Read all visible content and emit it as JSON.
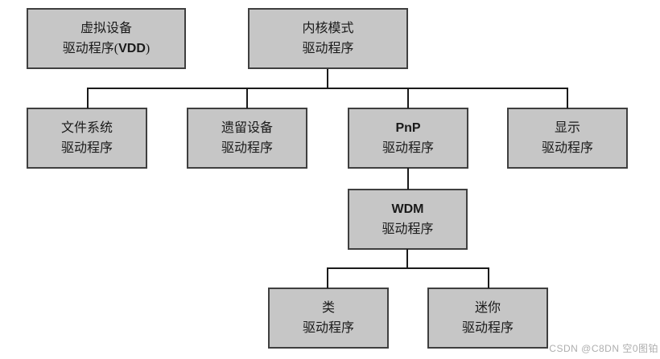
{
  "diagram_type": "tree",
  "nodes": [
    {
      "id": "virtual-device-driver",
      "label": "虚拟设备 驱动程序(VDD)",
      "line1_pre": "虚拟设备",
      "line1_bold": "",
      "line1_post": "",
      "line2_pre": "驱动程序(",
      "line2_bold": "VDD",
      "line2_post": ")"
    },
    {
      "id": "kernel-mode-driver",
      "label": "内核模式 驱动程序",
      "line1_pre": "内核模式",
      "line1_bold": "",
      "line1_post": "",
      "line2_pre": "驱动程序",
      "line2_bold": "",
      "line2_post": ""
    },
    {
      "id": "file-system-driver",
      "label": "文件系统 驱动程序",
      "line1_pre": "文件系统",
      "line1_bold": "",
      "line1_post": "",
      "line2_pre": "驱动程序",
      "line2_bold": "",
      "line2_post": ""
    },
    {
      "id": "legacy-device-driver",
      "label": "遗留设备 驱动程序",
      "line1_pre": "遗留设备",
      "line1_bold": "",
      "line1_post": "",
      "line2_pre": "驱动程序",
      "line2_bold": "",
      "line2_post": ""
    },
    {
      "id": "pnp-driver",
      "label": "PnP 驱动程序",
      "line1_pre": "",
      "line1_bold": "PnP",
      "line1_post": "",
      "line2_pre": "驱动程序",
      "line2_bold": "",
      "line2_post": ""
    },
    {
      "id": "display-driver",
      "label": "显示 驱动程序",
      "line1_pre": "显示",
      "line1_bold": "",
      "line1_post": "",
      "line2_pre": "驱动程序",
      "line2_bold": "",
      "line2_post": ""
    },
    {
      "id": "wdm-driver",
      "label": "WDM 驱动程序",
      "line1_pre": "",
      "line1_bold": "WDM",
      "line1_post": "",
      "line2_pre": "驱动程序",
      "line2_bold": "",
      "line2_post": ""
    },
    {
      "id": "class-driver",
      "label": "类 驱动程序",
      "line1_pre": "类",
      "line1_bold": "",
      "line1_post": "",
      "line2_pre": "驱动程序",
      "line2_bold": "",
      "line2_post": ""
    },
    {
      "id": "mini-driver",
      "label": "迷你 驱动程序",
      "line1_pre": "迷你",
      "line1_bold": "",
      "line1_post": "",
      "line2_pre": "驱动程序",
      "line2_bold": "",
      "line2_post": ""
    }
  ],
  "edges": [
    {
      "from": "kernel-mode-driver",
      "to": "file-system-driver"
    },
    {
      "from": "kernel-mode-driver",
      "to": "legacy-device-driver"
    },
    {
      "from": "kernel-mode-driver",
      "to": "pnp-driver"
    },
    {
      "from": "kernel-mode-driver",
      "to": "display-driver"
    },
    {
      "from": "pnp-driver",
      "to": "wdm-driver"
    },
    {
      "from": "wdm-driver",
      "to": "class-driver"
    },
    {
      "from": "wdm-driver",
      "to": "mini-driver"
    }
  ],
  "colors": {
    "box_fill": "#c6c6c6",
    "box_border": "#3f3f3f",
    "line": "#1a1a1a",
    "text": "#1a1a1a",
    "watermark": "#aeaeae",
    "background": "#ffffff"
  },
  "watermark": {
    "text": "CSDN @C8DN 空0图铂"
  }
}
